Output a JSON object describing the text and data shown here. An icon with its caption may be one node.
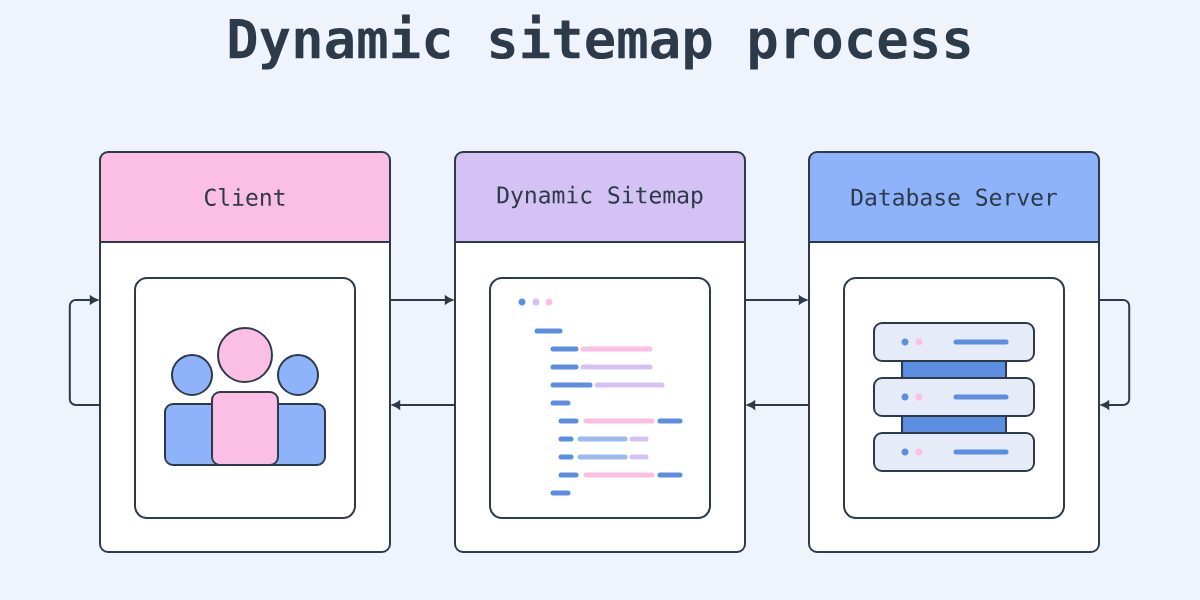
{
  "diagram": {
    "title": "Dynamic sitemap process",
    "nodes": [
      {
        "text": [
          "Client"
        ]
      },
      {
        "text": [
          "Dynamic Sitemap"
        ]
      },
      {
        "text": [
          "Database Server"
        ]
      }
    ],
    "edges": [
      {
        "from": 0,
        "to": 0,
        "arrow": "to"
      },
      {
        "from": 0,
        "to": 1,
        "arrow": "to"
      },
      {
        "from": 1,
        "to": 0,
        "arrow": "to"
      },
      {
        "from": 1,
        "to": 2,
        "arrow": "to"
      },
      {
        "from": 2,
        "to": 1,
        "arrow": "to"
      },
      {
        "from": 2,
        "to": 2,
        "arrow": "to"
      }
    ]
  }
}
